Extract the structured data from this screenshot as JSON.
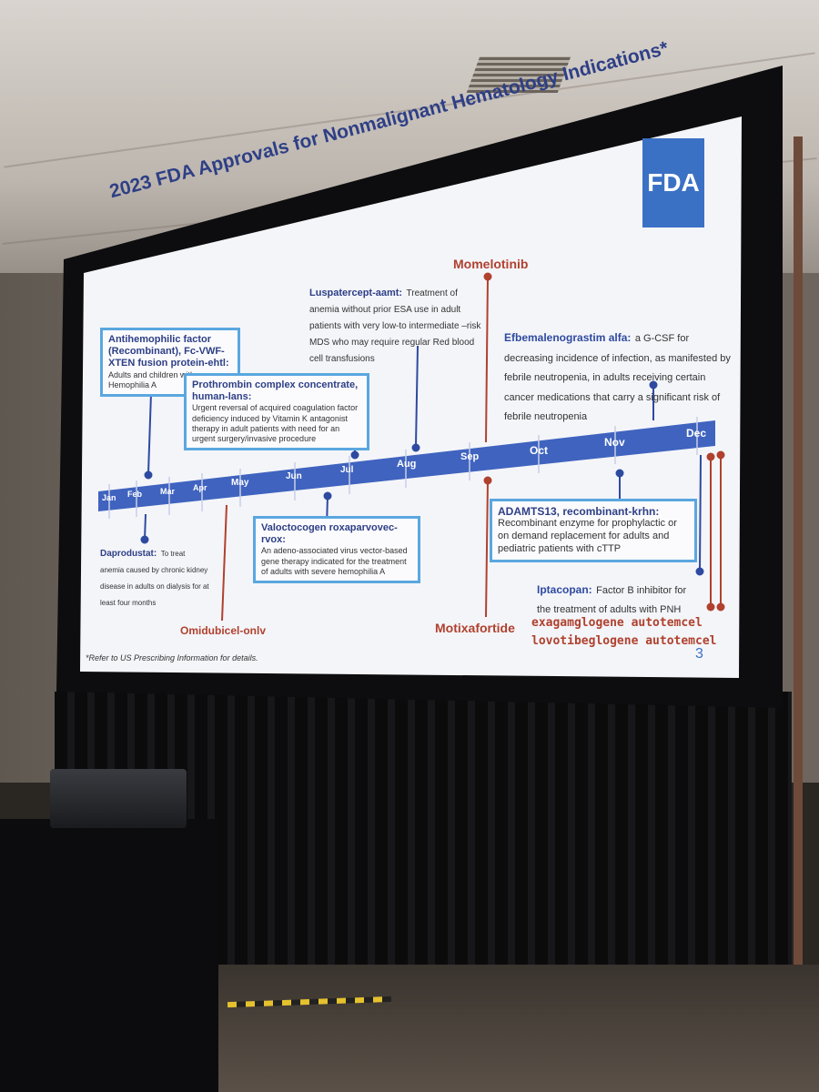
{
  "slide": {
    "title": "2023 FDA Approvals for Nonmalignant Hematology Indications*",
    "logo_text": "FDA",
    "page_number": "3",
    "footnote": "*Refer to US Prescribing Information for details.",
    "months": [
      "Jan",
      "Feb",
      "Mar",
      "Apr",
      "May",
      "Jun",
      "Jul",
      "Aug",
      "Sep",
      "Oct",
      "Nov",
      "Dec"
    ],
    "entries": {
      "antihemophilic": {
        "name": "Antihemophilic factor (Recombinant), Fc-VWF-XTEN fusion protein-ehtl:",
        "desc": "Adults and children with Hemophilia A"
      },
      "prothrombin": {
        "name": "Prothrombin complex concentrate, human-lans:",
        "desc": "Urgent reversal of acquired coagulation factor deficiency induced by Vitamin K antagonist therapy in adult patients with need for an urgent surgery/invasive procedure"
      },
      "luspatercept": {
        "name": "Luspatercept-aamt:",
        "desc": "Treatment of anemia without prior ESA use in adult patients with very low-to intermediate –risk MDS who may require regular Red blood cell transfusions"
      },
      "momelotinib": {
        "name": "Momelotinib"
      },
      "efbemalenograstim": {
        "name": "Efbemalenograstim alfa:",
        "desc": "a G-CSF for decreasing incidence of infection, as manifested by febrile neutropenia, in adults receiving certain cancer medications that carry a significant risk of febrile neutropenia"
      },
      "daprodustat": {
        "name": "Daprodustat:",
        "desc": "To treat anemia caused by chronic kidney disease in adults on dialysis for at least four months"
      },
      "omidubicel": {
        "name": "Omidubicel-onlv"
      },
      "valoctocogene": {
        "name": "Valoctocogen roxaparvovec-rvox:",
        "desc": "An adeno-associated virus vector-based gene therapy indicated for the treatment of adults with severe hemophilia A"
      },
      "motixafortide": {
        "name": "Motixafortide"
      },
      "adamts13": {
        "name": "ADAMTS13, recombinant-krhn:",
        "desc": "Recombinant enzyme for prophylactic or on demand replacement for adults and pediatric patients with cTTP"
      },
      "iptacopan": {
        "name": "Iptacopan:",
        "desc": "Factor B inhibitor for the treatment of adults with PNH"
      },
      "exagamglogene": {
        "name": "exagamglogene autotemcel"
      },
      "lovotibeglogene": {
        "name": "lovotibeglogene autotemcel"
      }
    },
    "colors": {
      "timeline": "#3f63bf",
      "accent_red": "#b0412e",
      "box_border": "#5aa7e0",
      "title_blue": "#2e3f86"
    }
  }
}
